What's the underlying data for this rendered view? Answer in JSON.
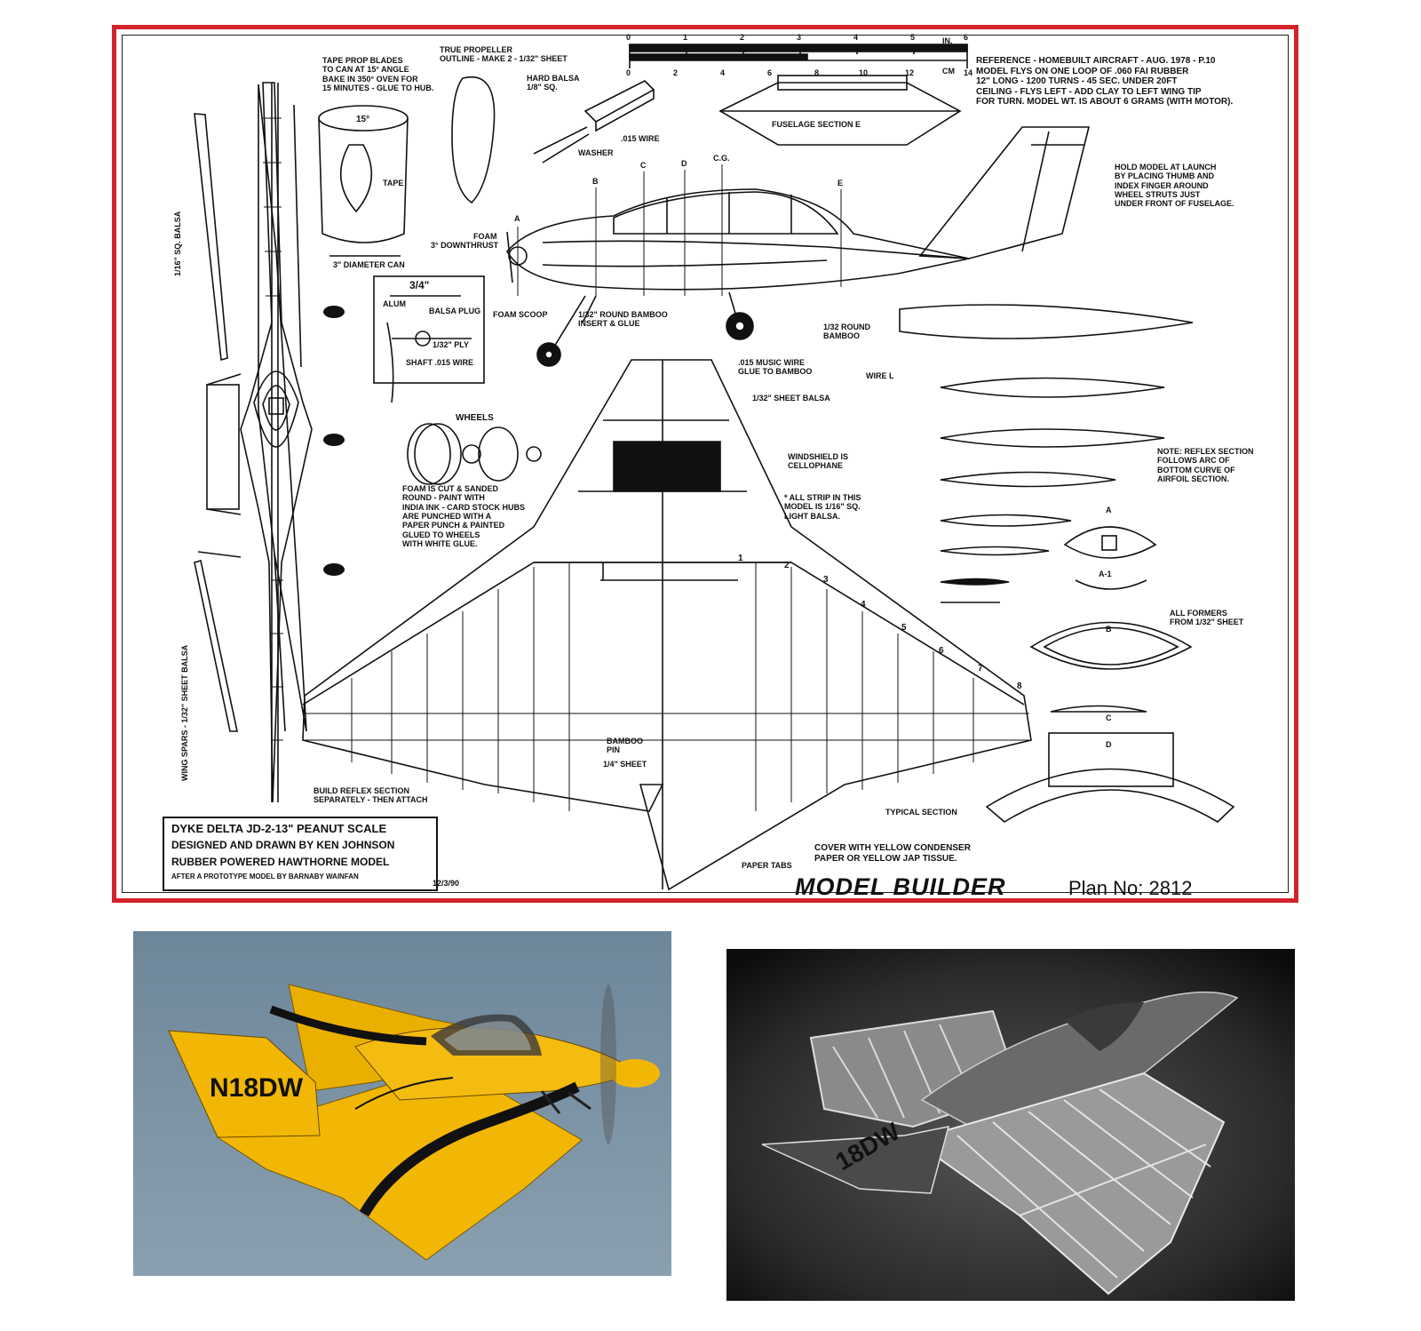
{
  "plan": {
    "title_block": {
      "line1": "DYKE DELTA JD-2-13\" PEANUT SCALE",
      "line2": "DESIGNED AND DRAWN BY KEN JOHNSON",
      "line3": "RUBBER POWERED HAWTHORNE MODEL",
      "line4": "AFTER A PROTOTYPE MODEL BY BARNABY WAINFAN",
      "date": "12/3/90"
    },
    "publisher": "MODEL BUILDER",
    "plan_number": "Plan No: 2812",
    "reference_note": "REFERENCE - HOMEBUILT AIRCRAFT - AUG. 1978 - P.10\nMODEL FLYS ON ONE LOOP OF .060 FAI RUBBER\n12\" LONG - 1200 TURNS - 45 SEC. UNDER 20FT\nCEILING - FLYS LEFT - ADD CLAY TO LEFT WING TIP\nFOR TURN. MODEL WT. IS ABOUT 6 GRAMS (WITH MOTOR).",
    "launch_note": "HOLD MODEL AT LAUNCH\nBY PLACING THUMB AND\nINDEX FINGER AROUND\nWHEEL STRUTS JUST\nUNDER FRONT OF FUSELAGE.",
    "prop_note": "TAPE PROP BLADES\nTO CAN AT 15° ANGLE\nBAKE IN 350° OVEN FOR\n15 MINUTES - GLUE TO HUB.",
    "true_prop_note": "TRUE PROPELLER\nOUTLINE - MAKE 2 - 1/32\" SHEET",
    "hard_balsa": "HARD BALSA\n1/8\" SQ.",
    "wire_label": ".015 WIRE",
    "washer_label": "WASHER",
    "fuselage_section": "FUSELAGE SECTION E",
    "wheels_label": "WHEELS",
    "wheels_note": "FOAM IS CUT & SANDED\nROUND - PAINT WITH\nINDIA INK - CARD STOCK HUBS\nARE PUNCHED WITH A\nPAPER PUNCH & PAINTED\nGLUED TO WHEELS\nWITH WHITE GLUE.",
    "windshield_note": "WINDSHIELD IS\nCELLOPHANE",
    "strip_note": "* ALL STRIP IN THIS\nMODEL IS 1/16\" SQ.\nLIGHT BALSA.",
    "reflex_note": "NOTE: REFLEX SECTION\nFOLLOWS ARC OF\nBOTTOM CURVE OF\nAIRFOIL SECTION.",
    "formers_note": "ALL FORMERS\nFROM 1/32\" SHEET",
    "cover_note": "COVER WITH YELLOW CONDENSER\nPAPER OR YELLOW JAP TISSUE.",
    "build_reflex_note": "BUILD REFLEX SECTION\nSEPARATELY - THEN ATTACH",
    "bamboo_pin": "BAMBOO\nPIN",
    "quarter_sheet": "1/4\" SHEET",
    "typical_section": "TYPICAL SECTION",
    "paper_tabs": "PAPER TABS",
    "sheet_balsa": "1/32\" SHEET BALSA",
    "round_bamboo": "1/32 ROUND\nBAMBOO",
    "music_wire": ".015 MUSIC WIRE\nGLUE TO BAMBOO",
    "round_bamboo_glue": "1/32\" ROUND BAMBOO\nINSERT & GLUE",
    "foam_scoop": "FOAM SCOOP",
    "foam": "FOAM",
    "downthrust": "3° DOWNTHRUST",
    "diameter_can": "3\" DIAMETER CAN",
    "angle": "15°",
    "tape": "TAPE",
    "hub_dim": "3/4\"",
    "alum": "ALUM",
    "balsa_plug": "BALSA PLUG",
    "ply": "1/32\" PLY",
    "shaft": "SHAFT .015 WIRE",
    "spar_balsa": "1/16\" SQ. BALSA",
    "wing_spars": "WING SPARS - 1/32\" SHEET BALSA",
    "wire_l": "WIRE L",
    "scale_in": "IN.",
    "scale_cm": "CM",
    "scale_top_ticks": [
      "0",
      "1",
      "2",
      "3",
      "4",
      "5",
      "6"
    ],
    "scale_bottom_ticks": [
      "0",
      "2",
      "4",
      "6",
      "8",
      "10",
      "12",
      "14"
    ],
    "station_labels": [
      "A",
      "B",
      "C",
      "D",
      "C.G.",
      "E"
    ],
    "rib_numbers": [
      "1",
      "2",
      "3",
      "4",
      "5",
      "6",
      "7",
      "8"
    ],
    "former_labels": [
      "A",
      "A-1",
      "B",
      "C",
      "D"
    ]
  },
  "photos": {
    "left": {
      "registration": "N18DW",
      "colors": {
        "sky": "#7f95a6",
        "body": "#f2b705",
        "stripe": "#111111"
      }
    },
    "right": {
      "registration": "18DW"
    }
  },
  "colors": {
    "frame": "#d2232a",
    "ink": "#111111"
  }
}
